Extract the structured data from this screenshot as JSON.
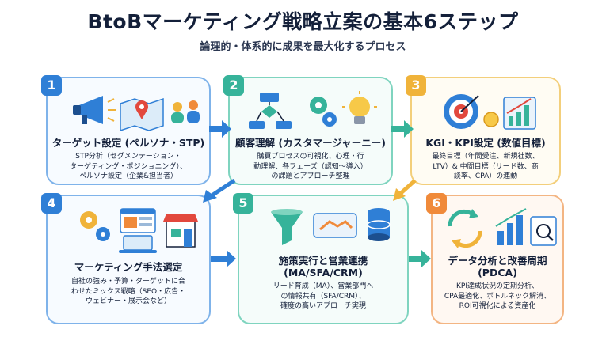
{
  "title": "BtoBマーケティング戦略立案の基本6ステップ",
  "subtitle": "論理的・体系的に成果を最大化するプロセス",
  "steps": [
    {
      "number": "1",
      "heading": "ターゲット設定 (ペルソナ・STP)",
      "body": "STP分析（セグメンテーション・\nターゲティング・ポジショニング）、\nペルソナ設定（企業&担当者）",
      "color": "#2f7fd6"
    },
    {
      "number": "2",
      "heading": "顧客理解 (カスタマージャーニー)",
      "body": "購買プロセスの可視化、心理・行\n動理解、各フェーズ（認知〜導入）\nの課題とアプローチ整理",
      "color": "#36b39a"
    },
    {
      "number": "3",
      "heading": "KGI・KPI設定 (数値目標)",
      "body": "最終目標（年間受注、新規社数、\nLTV）& 中間目標（リード数、商\n談率、CPA）の連動",
      "color": "#f0b33a"
    },
    {
      "number": "4",
      "heading": "マーケティング手法選定",
      "body": "自社の強み・予算・ターゲットに合\nわせたミックス戦略（SEO・広告・\nウェビナー・展示会など）",
      "color": "#2f7fd6"
    },
    {
      "number": "5",
      "heading": "施策実行と営業連携\n(MA/SFA/CRM)",
      "body": "リード育成（MA）、営業部門へ\nの情報共有（SFA/CRM）、\n確度の高いアプローチ実現",
      "color": "#36b39a"
    },
    {
      "number": "6",
      "heading": "データ分析と改善周期\n(PDCA)",
      "body": "KPI達成状況の定期分析、\nCPA最適化、ボトルネック解消、\nROI可視化による資産化",
      "color": "#f08a3a"
    }
  ]
}
